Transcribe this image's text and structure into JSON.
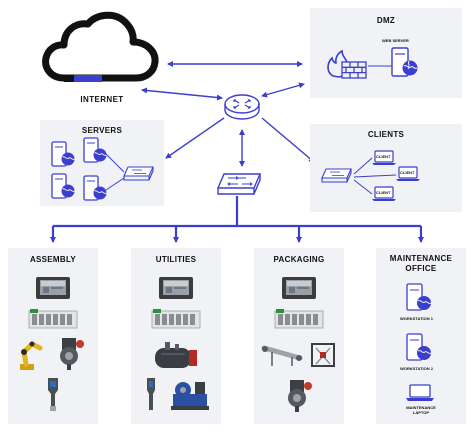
{
  "internet": {
    "label": "INTERNET"
  },
  "dmz": {
    "title": "DMZ",
    "web_server_label": "WEB SERVER"
  },
  "servers": {
    "title": "SERVERS"
  },
  "clients": {
    "title": "CLIENTS",
    "client_labels": [
      "CLIENT",
      "CLIENT",
      "CLIENT"
    ]
  },
  "cells": [
    {
      "title": "ASSEMBLY"
    },
    {
      "title": "UTILITIES"
    },
    {
      "title": "PACKAGING"
    },
    {
      "title": "MAINTENANCE\nOFFICE"
    }
  ],
  "maintenance": {
    "items": [
      "WORKSTATION 1",
      "WORKSTATION 2",
      "MAINTENANCE LAPTOP"
    ]
  },
  "colors": {
    "accent": "#3a3fd0",
    "zone_bg": "#f0f2f5",
    "dark": "#111111"
  }
}
